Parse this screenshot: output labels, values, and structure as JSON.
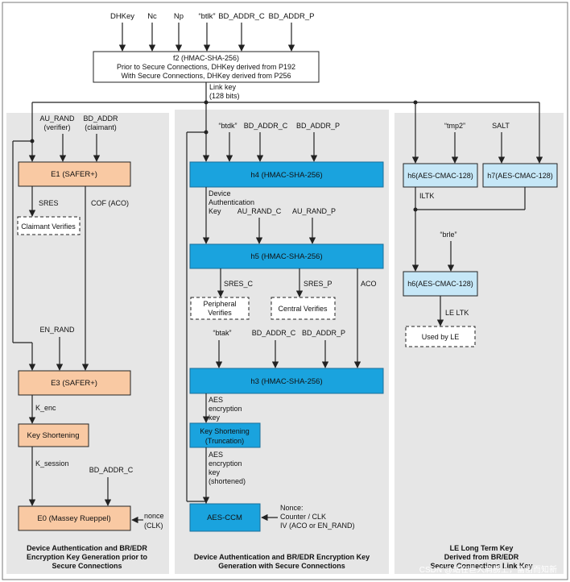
{
  "inputs": {
    "dhkey": "DHKey",
    "nc": "Nc",
    "np": "Np",
    "btlk": "“btlk”",
    "bd_addr_c": "BD_ADDR_C",
    "bd_addr_p": "BD_ADDR_P"
  },
  "f2_box": {
    "title": "f2 (HMAC-SHA-256)",
    "line2": "Prior to Secure Connections, DHKey derived from P192",
    "line3": "With Secure Connections, DHKey derived from P256"
  },
  "link_key": {
    "line1": "Link key",
    "line2": "(128 bits)"
  },
  "left": {
    "au_rand": "AU_RAND",
    "au_rand_sub": "(verifier)",
    "bd_addr": "BD_ADDR",
    "bd_addr_sub": "(claimant)",
    "e1": "E1 (SAFER+)",
    "sres": "SRES",
    "cof": "COF (ACO)",
    "claimant_verifies": "Claimant Verifies",
    "en_rand": "EN_RAND",
    "e3": "E3 (SAFER+)",
    "k_enc": "K_enc",
    "key_shortening": "Key Shortening",
    "k_session": "K_session",
    "bd_addr_c": "BD_ADDR_C",
    "e0": "E0 (Massey Rueppel)",
    "nonce1": "nonce",
    "nonce2": "(CLK)",
    "caption1": "Device Authentication and BR/EDR",
    "caption2": "Encryption Key Generation prior to",
    "caption3": "Secure Connections"
  },
  "middle": {
    "btdk": "“btdk”",
    "bd_addr_c": "BD_ADDR_C",
    "bd_addr_p": "BD_ADDR_P",
    "h4": "h4 (HMAC-SHA-256)",
    "dak1": "Device",
    "dak2": "Authentication",
    "dak3": "Key",
    "au_rand_c": "AU_RAND_C",
    "au_rand_p": "AU_RAND_P",
    "h5": "h5 (HMAC-SHA-256)",
    "sres_c": "SRES_C",
    "sres_p": "SRES_P",
    "aco": "ACO",
    "peripheral1": "Peripheral",
    "peripheral2": "Verifies",
    "central": "Central Verifies",
    "btak": "“btak”",
    "bd_addr_c2": "BD_ADDR_C",
    "bd_addr_p2": "BD_ADDR_P",
    "h3": "h3 (HMAC-SHA-256)",
    "aes1_1": "AES",
    "aes1_2": "encryption",
    "aes1_3": "key",
    "ks1": "Key Shortening",
    "ks2": "(Truncation)",
    "aes2_1": "AES",
    "aes2_2": "encryption",
    "aes2_3": "key",
    "aes2_4": "(shortened)",
    "aes_ccm": "AES-CCM",
    "nonce1": "Nonce:",
    "nonce2": "Counter / CLK",
    "nonce3": "IV (ACO or EN_RAND)",
    "caption1": "Device Authentication and BR/EDR Encryption Key",
    "caption2": "Generation with Secure Connections"
  },
  "right": {
    "tmp2": "“tmp2”",
    "salt": "SALT",
    "h6a": "h6(AES-CMAC-128)",
    "h7": "h7(AES-CMAC-128)",
    "iltk": "ILTK",
    "brle": "“brle”",
    "h6b": "h6(AES-CMAC-128)",
    "le_ltk": "LE LTK",
    "used_by_le": "Used by LE",
    "caption1": "LE Long Term Key",
    "caption2": "Derived from BR/EDR",
    "caption3": "Secure Connections Link Key"
  },
  "watermark": "CSDN @站在巨人肩膀上，富丽而知新"
}
